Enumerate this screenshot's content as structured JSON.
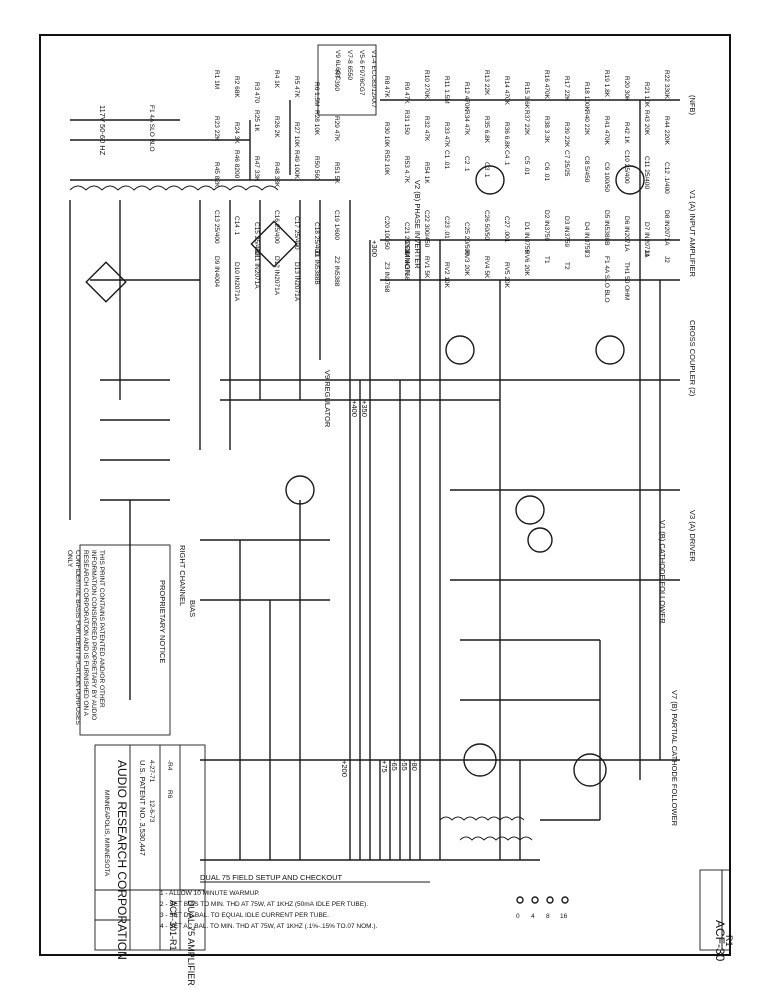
{
  "title_block": {
    "company": "AUDIO RESEARCH CORPORATION",
    "city": "MINNEAPOLIS, MINNESOTA",
    "patent": "U.S. PATENT NO. 3,530,447",
    "model": "DUAL 75 AMPLIFIER",
    "drawing_no": "ACF-301-R1",
    "sheet_tag": "ACF-30",
    "rev": "R1",
    "dates": [
      "4-27-71",
      "12-6-73",
      "-R4",
      "R6"
    ],
    "proprietary_title": "PROPRIETARY NOTICE",
    "proprietary_text": "THIS PRINT CONTAINS PATENTED AND/OR OTHER INFORMATION CONSIDERED PROPRIETARY BY AUDIO RESEARCH CORPORATION AND IS FURNISHED ON A CONFIDENTIAL BASIS FOR IDENTIFICATION PURPOSES ONLY"
  },
  "checkout": {
    "heading": "DUAL 75 FIELD SETUP AND CHECKOUT",
    "steps": [
      "1 - ALLOW 10 MINUTE WARMUP.",
      "2 - SET BIAS TO MIN. THD AT 75W, AT 1KHZ (50mA IDLE PER TUBE).",
      "3 - SET DC BAL. TO EQUAL IDLE CURRENT PER TUBE.",
      "4 - SET AC BAL. TO MIN. THD AT 75W, AT 1KHZ (.1%-.15% TO.07 NOM.)."
    ]
  },
  "tube_list": [
    "V1-4  ECC83/12AX7",
    "V5-6  F97/6CG7",
    "V7-8  6550",
    "V9  6L6GC"
  ],
  "section_labels": {
    "input_amp": "V1 (A) INPUT AMPLIFIER",
    "cross_coupler": "CROSS COUPLER (2)",
    "driver": "V3 (A) DRIVER",
    "cathode_follower": "V1 (B) CATHODE FOLLOWER",
    "partial_cf": "V7 (B) PARTIAL CATHODE FOLLOWER",
    "phase_inverter": "V2 (B) PHASE INVERTER",
    "regulator": "V9 REGULATOR",
    "right_channel": "RIGHT CHANNEL",
    "bias": "BIAS",
    "common": "COMMON",
    "line": "117V 50-60 HZ",
    "fuse": "F1 4A SLO BLO",
    "nfb": "(NFB)"
  },
  "rails": [
    "+400",
    "+350",
    "+300",
    "+200",
    "+75",
    "-65",
    "-55",
    "-80"
  ],
  "components": [
    "R1 1M",
    "R2 68K",
    "R3 470",
    "R4 1K",
    "R5 47K",
    "R6 1.5M",
    "R7 390",
    "R8 47K",
    "R9 47K",
    "R10 270K",
    "R11 1.5M",
    "R12 470K",
    "R13 22K",
    "R14 470K",
    "R15 3.6K",
    "R16 470K",
    "R17 22K",
    "R18 100K",
    "R19 1.8K",
    "R20 30K",
    "R21 10K",
    "R22 330K",
    "R23 22K",
    "R24 3K",
    "R25 1K",
    "R26 2K",
    "R27 10K",
    "R28 10K",
    "R29 47K",
    "R30 10K",
    "R31 150",
    "R32 47K",
    "R33 47K",
    "R34 47K",
    "R35 6.8K",
    "R36 6.8K",
    "R37 22K",
    "R38 3.3K",
    "R39 22K",
    "R40 22K",
    "R41 470K",
    "R42 1K",
    "R43 20K",
    "R44 220K",
    "R45 82K",
    "R46 8200",
    "R47 33K",
    "R48 33K",
    "R49 100K",
    "R50 560",
    "R51 5K",
    "R52 10K",
    "R53 4.7K",
    "R54 1K",
    "C1 .01",
    "C2 .1",
    "C3 .1",
    "C4 .1",
    "C5 .01",
    "C6 .01",
    "C7 25/25",
    "C8 5/450",
    "C9 100/50",
    "C10 25/400",
    "C11 25/400",
    "C12 .1/400",
    "C13 25/400",
    "C14 .1",
    "C15 25/400",
    "C16 25/400",
    "C17 25/400",
    "C18 25/400",
    "C19 1/600",
    "C20 100/50",
    "C21 20/500",
    "C22 300/450",
    "C23 .01",
    "C25 20/500",
    "C26 50/50",
    "C27 .001",
    "D1 IN3759",
    "D2 IN3759",
    "D3 IN3759",
    "D4 IN3759",
    "D5 IN5388B",
    "D6 IN2071A",
    "D7 IN2071A",
    "D8 IN2071A",
    "D9 IN4004",
    "D10 IN2071A",
    "D11 IN2071A",
    "D12 IN2071A",
    "D13 IN2071A",
    "Z1 IN5388B",
    "Z2 IN5388",
    "Z3 IN3768",
    "Z4 IN3768",
    "RV1 5K",
    "RV2 10K",
    "RV3 20K",
    "RV4 5K",
    "RV5 20K",
    "RV6 20K",
    "T1",
    "T2",
    "T3",
    "F1 4A SLO BLO",
    "TH1 50 OHM",
    "J1",
    "J2"
  ],
  "outputs": [
    "0",
    "4",
    "8",
    "16"
  ]
}
